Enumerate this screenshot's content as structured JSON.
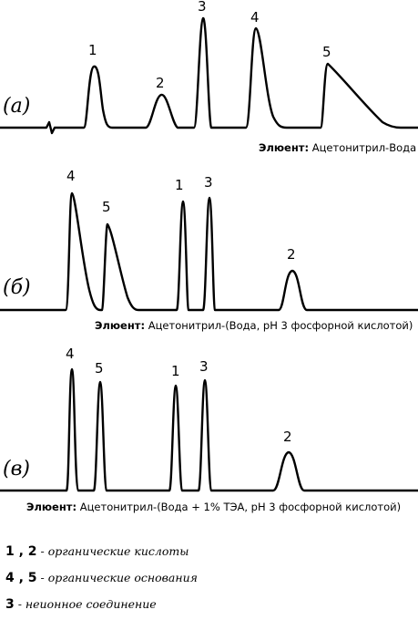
{
  "panels": [
    {
      "label": "(а)",
      "eluent_bold": "Элюент:",
      "eluent_text": "Ацетонитрил-Вода",
      "peaks": [
        "1",
        "2",
        "3",
        "4",
        "5"
      ]
    },
    {
      "label": "(б)",
      "eluent_bold": "Элюент:",
      "eluent_text": "Ацетонитрил-(Вода, рН 3 фосфорной кислотой)",
      "peaks": [
        "4",
        "5",
        "1",
        "3",
        "2"
      ]
    },
    {
      "label": "(в)",
      "eluent_bold": "Элюент:",
      "eluent_text": "Ацетонитрил-(Вода + 1% ТЭА, рН 3 фосфорной кислотой)",
      "peaks": [
        "4",
        "5",
        "1",
        "3",
        "2"
      ]
    }
  ],
  "legend": [
    {
      "nums": "1 , 2",
      "text": " - органические кислоты"
    },
    {
      "nums": "4 , 5",
      "text": " - органические основания"
    },
    {
      "nums": "3",
      "text": " - неионное соединение"
    }
  ]
}
